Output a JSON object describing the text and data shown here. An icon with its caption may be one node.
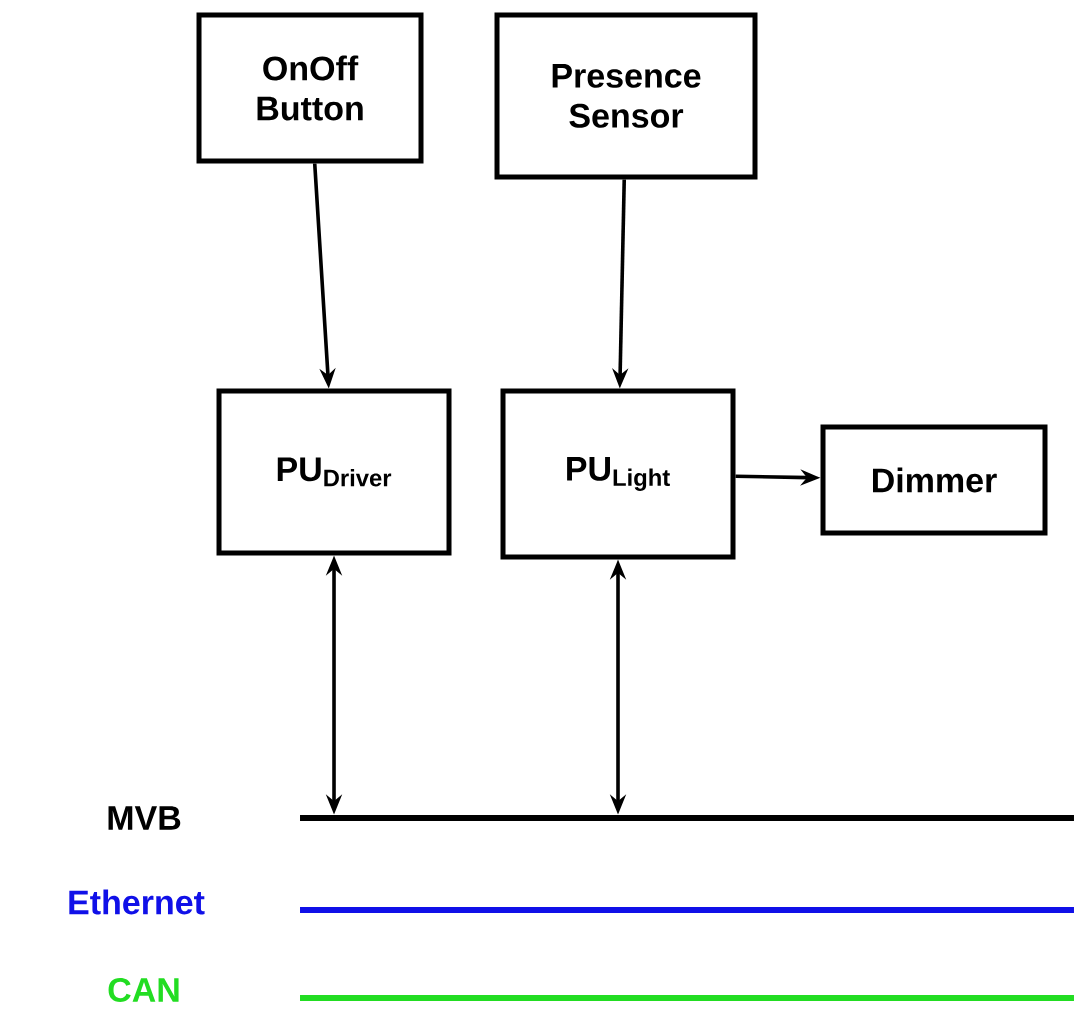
{
  "diagram": {
    "nodes": [
      {
        "text": [
          "OnOff Button"
        ]
      },
      {
        "text": [
          "Presence Sensor"
        ]
      },
      {
        "text": [
          "PU$_{Driver}$"
        ]
      },
      {
        "text": [
          "PU$_{Light}$"
        ]
      },
      {
        "text": [
          "Dimmer"
        ]
      },
      {
        "text": [],
        "shape": "line",
        "beside": [
          "MVB"
        ]
      },
      {
        "text": [],
        "shape": "line",
        "beside": [
          "Ethernet"
        ]
      },
      {
        "text": [],
        "shape": "line",
        "beside": [
          "CAN"
        ]
      }
    ],
    "edges": [
      {
        "from": 0,
        "to": 2,
        "arrow": "to"
      },
      {
        "from": 1,
        "to": 3,
        "arrow": "to"
      },
      {
        "from": 3,
        "to": 4,
        "arrow": "to"
      },
      {
        "from": 2,
        "to": 5,
        "arrow": "both"
      },
      {
        "from": 3,
        "to": 5,
        "arrow": "both"
      }
    ]
  }
}
